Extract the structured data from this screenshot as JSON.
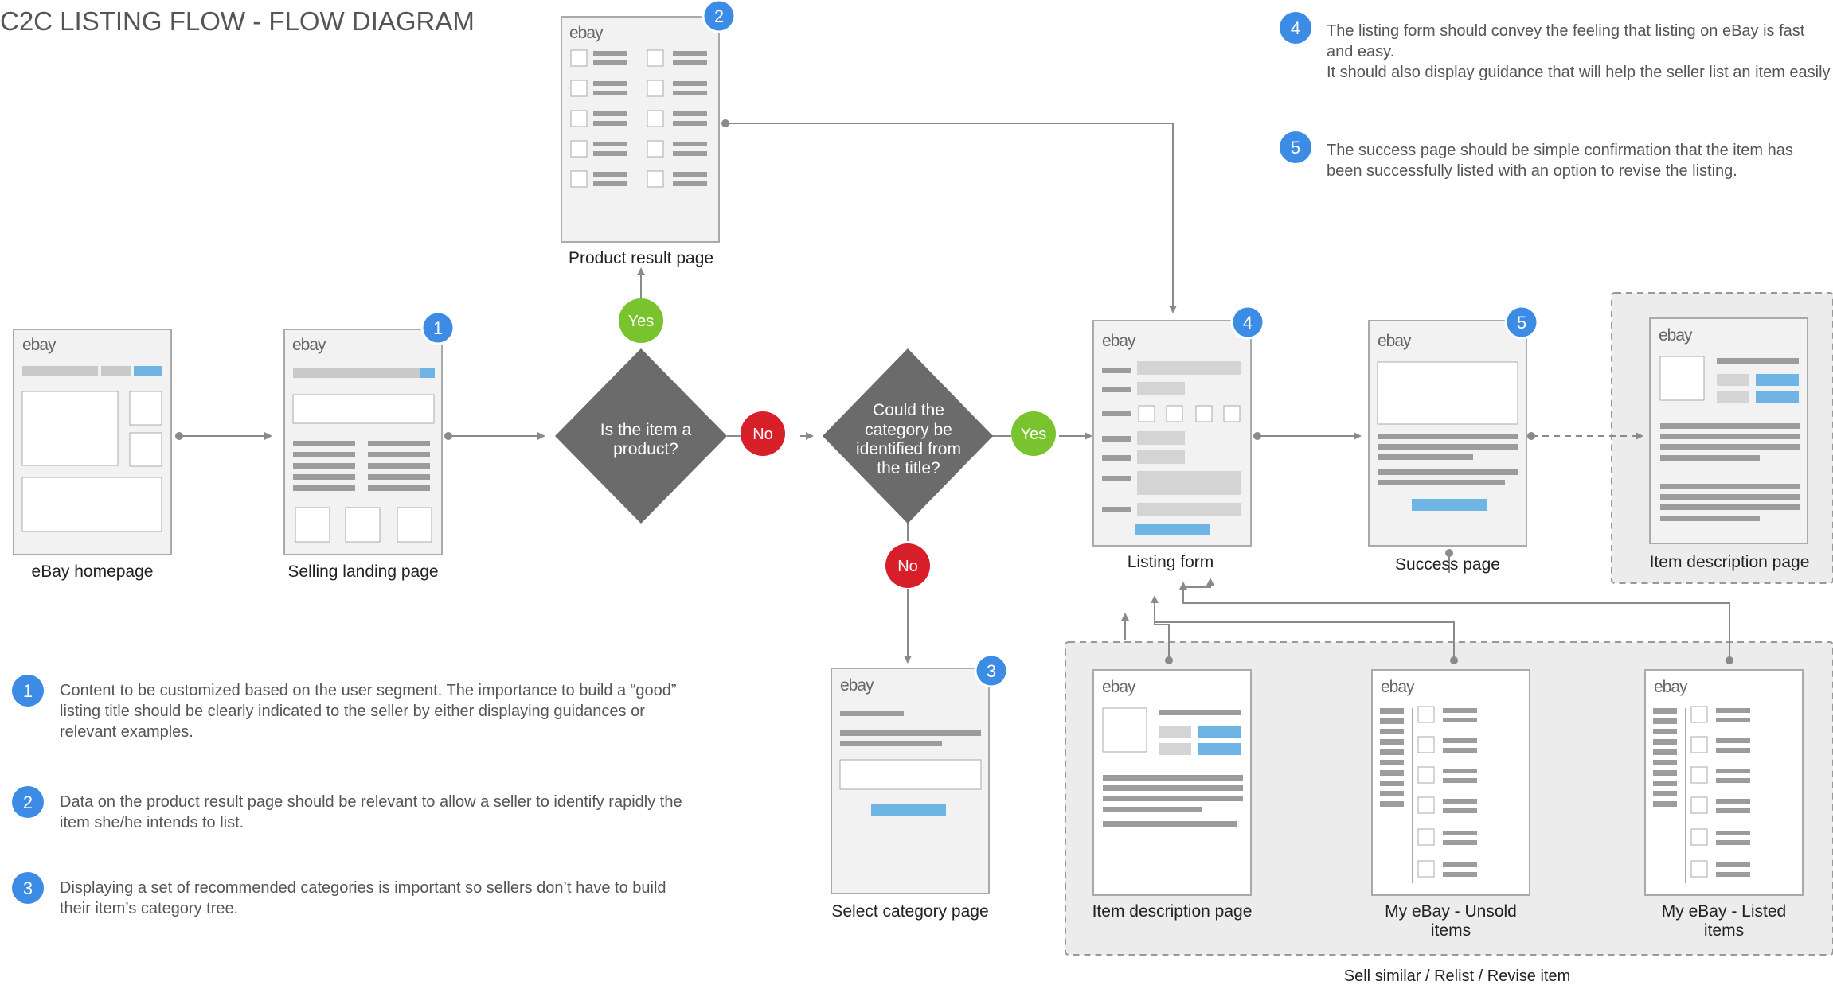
{
  "title": "C2C LISTING FLOW - FLOW DIAGRAM",
  "logo_text": "ebay",
  "colors": {
    "badge": "#3c8ce6",
    "yes": "#79c32e",
    "no": "#d61f28",
    "diamond": "#6b6b6b",
    "frame_bg": "#f2f2f2",
    "highlight": "#6eb5e5",
    "bar": "#9c9c9c",
    "box_fill": "#efefef",
    "group_bg": "#ececec"
  },
  "pages": {
    "homepage": "eBay homepage",
    "selling_landing": "Selling landing page",
    "product_result": "Product result page",
    "select_category": "Select category page",
    "listing_form": "Listing form",
    "success": "Success page",
    "item_description_top": "Item description page",
    "item_description_bottom": "Item description page",
    "unsold_line1": "My eBay - Unsold",
    "unsold_line2": "items",
    "listed_line1": "My eBay - Listed",
    "listed_line2": "items"
  },
  "decisions": {
    "is_product": [
      "Is the item a",
      "product?"
    ],
    "category_identified": [
      "Could the",
      "category be",
      "identified from",
      "the title?"
    ]
  },
  "answers": {
    "yes1": "Yes",
    "no1": "No",
    "yes2": "Yes",
    "no2": "No"
  },
  "badges": {
    "selling": "1",
    "product": "2",
    "category": "3",
    "listing": "4",
    "success": "5"
  },
  "group_label": "Sell similar / Relist / Revise item",
  "notes": {
    "n1": {
      "num": "1",
      "text": "Content to be customized based on the user segment. The importance to build a “good” listing title should be clearly indicated to the seller by either displaying guidances or relevant examples."
    },
    "n2": {
      "num": "2",
      "text": "Data on the product result page should be relevant to allow a seller to identify rapidly the item she/he intends to list."
    },
    "n3": {
      "num": "3",
      "text": "Displaying a set of recommended categories is important so sellers don’t have to build their item’s category tree."
    },
    "n4": {
      "num": "4",
      "line1": "The listing form should convey the feeling that listing on eBay is fast and easy.",
      "line2": "It should also display guidance that will help the seller list an item easily"
    },
    "n5": {
      "num": "5",
      "text": "The success page should be simple confirmation that the item has been successfully listed with an option to revise the listing."
    }
  }
}
